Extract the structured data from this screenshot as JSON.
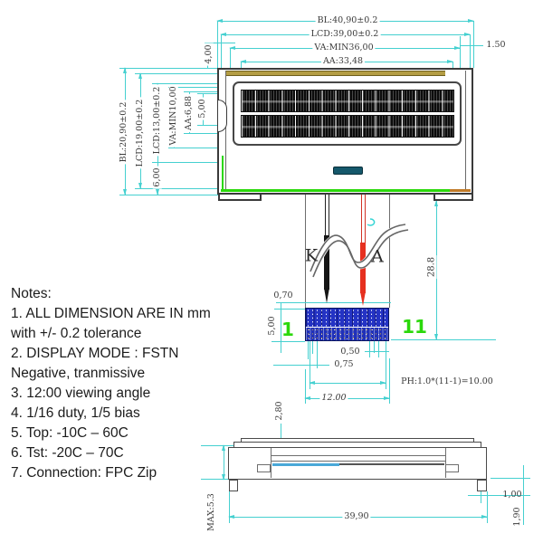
{
  "drawing": {
    "title": "LCD module outline drawing",
    "notes": {
      "lines": [
        "Notes:",
        "1.   ALL DIMENSION ARE IN mm",
        "with +/- 0.2 tolerance",
        "2.    DISPLAY MODE : FSTN",
        "Negative, tranmissive",
        "3.    12:00 viewing angle",
        "4.    1/16 duty, 1/5 bias",
        "5.    Top: -10C – 60C",
        "6.    Tst: -20C – 70C",
        "7.    Connection: FPC Zip"
      ]
    },
    "dims": {
      "bl_w": "BL:40,90±0.2",
      "lcd_w": "LCD:39,00±0.2",
      "va_w": "VA:MIN36,00",
      "aa_w": "AA:33,48",
      "d150": "1.50",
      "bl_h": "BL:20,90±0.2",
      "lcd_h": "LCD:19,00±0.2",
      "lcd_t": "LCD:13,00±0.2",
      "va_h": "VA:MIN10,00",
      "aa_h": "AA:6,88",
      "d500l": "5,00",
      "d400": "4,00",
      "d600": "6,00",
      "tail_length": "28.8",
      "cathode": "K",
      "anode": "A",
      "d070": "0,70",
      "d500c": "5,00",
      "pin_first": "1",
      "pin_last": "11",
      "d050": "0,50",
      "d075": "0,75",
      "pitch_formula": "PH:1.0*(11-1)=10.00",
      "tail_width": "12.00",
      "d280": "2,80",
      "max_height": "MAX:5.3",
      "sv_width": "39,90",
      "d100": "1,00",
      "d190": "1,90"
    },
    "colors": {
      "dimension_line": "#45d0d0",
      "highlight_green": "#2bd80b",
      "anode_wire_red": "#e6301f",
      "cathode_wire_black": "#151515",
      "connector_blue": "#2433c4",
      "connector_gold": "#ddb236",
      "bezel_tan": "#b49d44",
      "display_black": "#141414",
      "teal_pad": "#15586b"
    }
  }
}
